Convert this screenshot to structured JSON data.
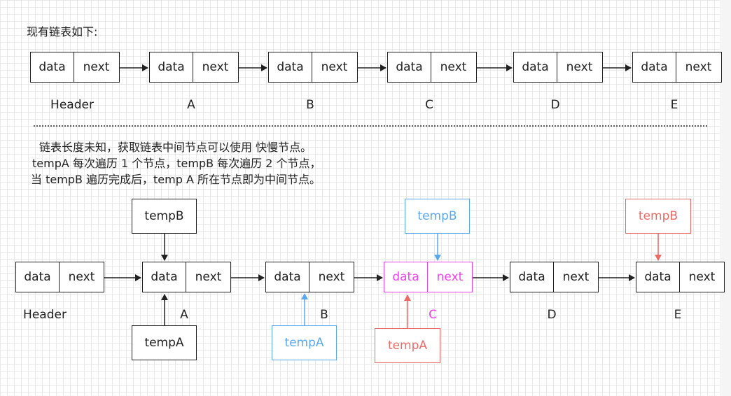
{
  "title": "现有链表如下:",
  "cell_labels": {
    "data": "data",
    "next": "next"
  },
  "row1": {
    "node_names": [
      "Header",
      "A",
      "B",
      "C",
      "D",
      "E"
    ]
  },
  "description": [
    "链表长度未知，获取链表中间节点可以使用 快慢节点。",
    "tempA 每次遍历 1 个节点，tempB 每次遍历 2 个节点，",
    "当 tempB 遍历完成后，temp A 所在节点即为中间节点。"
  ],
  "row2": {
    "node_names": [
      "Header",
      "A",
      "B",
      "C",
      "D",
      "E"
    ],
    "pointers": {
      "tempB_step1": "tempB",
      "tempA_step1": "tempA",
      "tempA_step2": "tempA",
      "tempB_step2": "tempB",
      "tempA_step3": "tempA",
      "tempB_step3": "tempB"
    }
  },
  "colors": {
    "default": "#222222",
    "step2": "#5aa9f0",
    "step3": "#ea6b66",
    "middle": "#ee44ee"
  }
}
